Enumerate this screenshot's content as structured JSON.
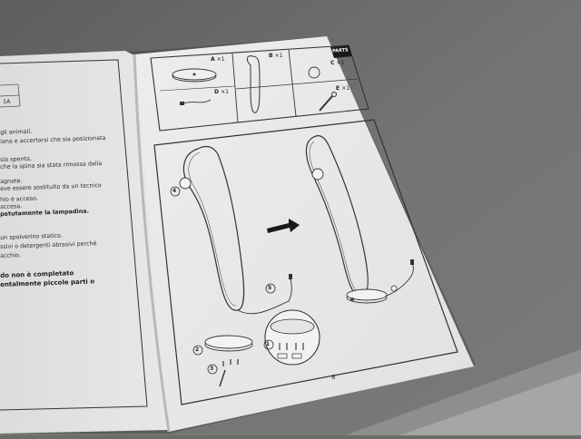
{
  "manual": {
    "left_page": {
      "table_value": "1A",
      "lines": [
        "gli animali.",
        "iana e accertarsi che sia posizionata",
        "sia spenta.",
        "che la spina sia stata rimossa dalla",
        "agnate.",
        "eve essere sostituito da un tecnico",
        "hio è acceso.",
        "accesa.",
        "petutamente la lampadina.",
        "un spolverino statico.",
        "ssivi o detergenti abrasivi perché",
        "acchio.",
        "do non è completato",
        "entalmente piccole parti o"
      ]
    },
    "right_page": {
      "parts_tab": "PARTS",
      "parts": [
        {
          "letter": "A",
          "qty": "×1"
        },
        {
          "letter": "B",
          "qty": "×1"
        },
        {
          "letter": "C",
          "qty": "×1"
        },
        {
          "letter": "D",
          "qty": "×1"
        },
        {
          "letter": "E",
          "qty": "×1"
        }
      ],
      "steps": [
        "1",
        "2",
        "3",
        "4",
        "5"
      ],
      "page_number": "8"
    }
  },
  "colors": {
    "table_surface": "#6c6c6a",
    "paper": "#e9ebeb",
    "ink": "#2a2a2a"
  }
}
